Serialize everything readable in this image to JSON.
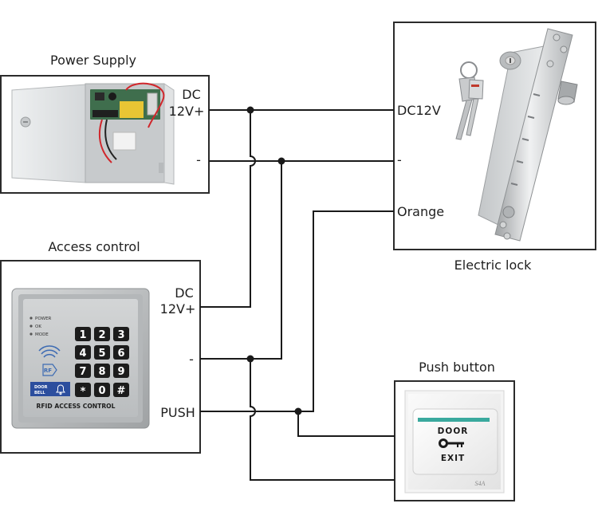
{
  "power_supply": {
    "title": "Power Supply",
    "dc_label": "DC",
    "positive_label": "12V+",
    "negative_label": "-"
  },
  "electric_lock": {
    "title": "Electric lock",
    "positive_label": "DC12V",
    "negative_label": "-",
    "signal_label": "Orange"
  },
  "access_control": {
    "title": "Access control",
    "dc_label": "DC",
    "positive_label": "12V+",
    "negative_label": "-",
    "push_label": "PUSH",
    "device": {
      "indicators": [
        "POWER",
        "OK",
        "MODE"
      ],
      "rf_label": "RF",
      "bell_button": [
        "DOOR",
        "BELL"
      ],
      "keys": [
        "1",
        "2",
        "3",
        "4",
        "5",
        "6",
        "7",
        "8",
        "9",
        "*",
        "0",
        "#"
      ],
      "panel_text": "RFID ACCESS CONTROL"
    }
  },
  "push_button": {
    "title": "Push button",
    "device": {
      "top_text": "DOOR",
      "bottom_text": "EXIT",
      "model": "S4A"
    }
  },
  "colors": {
    "wire": "#1a1a1a",
    "frame": "#2b2b2b",
    "label_text": "#1f1f1f",
    "keypad_key": "#1c1c1c",
    "doorbell_button": "#2c4e9e",
    "exit_accent_bar": "#3aa99e",
    "rf_icon": "#3d6bb3"
  },
  "icons": {
    "push_button_icon": "key-icon",
    "doorbell_icon": "bell-icon",
    "rf_icon": "rf-wave-icon"
  }
}
